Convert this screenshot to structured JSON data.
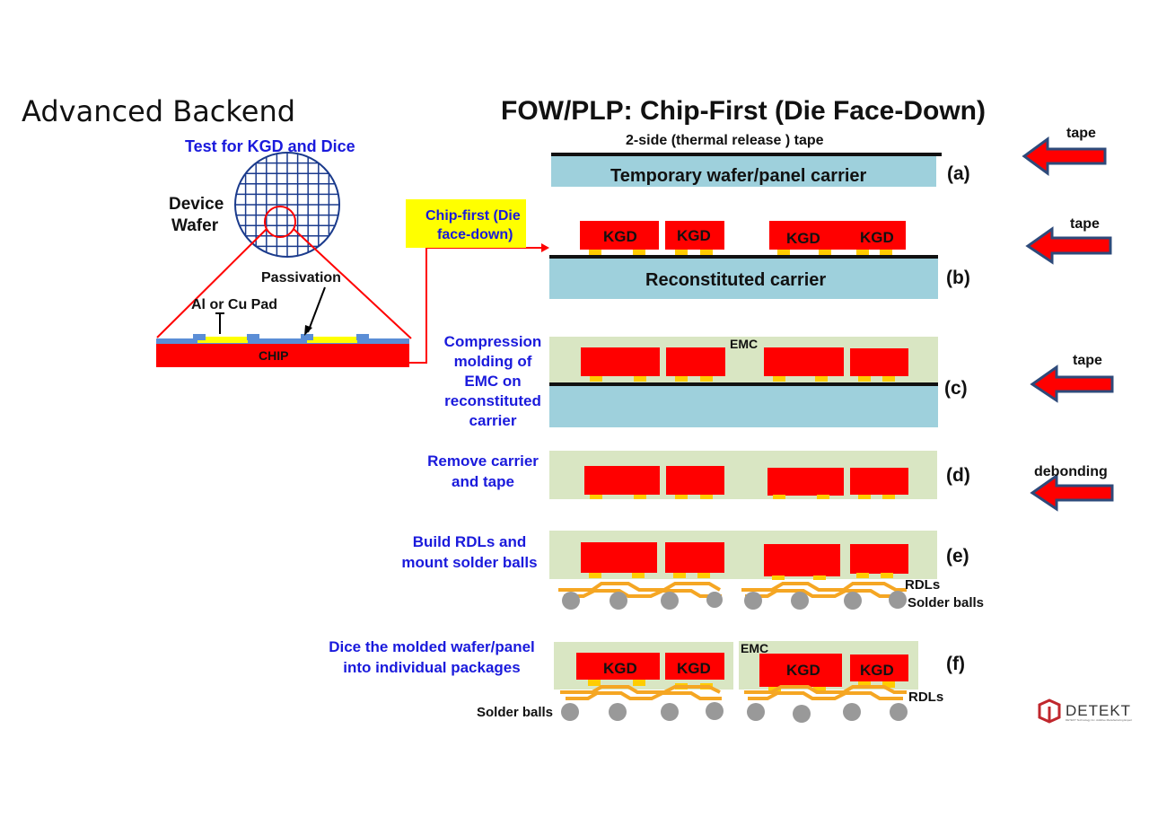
{
  "page": {
    "left_title": "Advanced Backend",
    "main_title": "FOW/PLP: Chip-First (Die Face-Down)"
  },
  "wafer": {
    "test_label": "Test for KGD and Dice",
    "device_wafer_line1": "Device",
    "device_wafer_line2": "Wafer",
    "passivation": "Passivation",
    "pad_label": "Al or Cu Pad",
    "chip_label": "CHIP"
  },
  "chip_first_box": {
    "line1": "Chip-first (Die",
    "line2": "face-down)"
  },
  "steps": {
    "a": {
      "letter": "(a)",
      "tape_top": "2-side (thermal release ) tape",
      "carrier": "Temporary wafer/panel carrier",
      "arrow_label": "tape"
    },
    "b": {
      "letter": "(b)",
      "carrier": "Reconstituted carrier",
      "arrow_label": "tape",
      "kgd": [
        "KGD",
        "KGD",
        "KGD",
        "KGD"
      ]
    },
    "c": {
      "letter": "(c)",
      "emc": "EMC",
      "arrow_label": "tape",
      "desc": [
        "Compression",
        "molding of",
        "EMC on",
        "reconstituted",
        "carrier"
      ]
    },
    "d": {
      "letter": "(d)",
      "arrow_label": "debonding",
      "desc": [
        "Remove carrier",
        "and tape"
      ]
    },
    "e": {
      "letter": "(e)",
      "rdls": "RDLs",
      "solder": "Solder balls",
      "desc": [
        "Build RDLs and",
        "mount solder balls"
      ]
    },
    "f": {
      "letter": "(f)",
      "emc": "EMC",
      "rdls": "RDLs",
      "solder": "Solder balls",
      "kgd": [
        "KGD",
        "KGD",
        "KGD",
        "KGD"
      ],
      "desc": [
        "Dice the molded wafer/panel",
        "into individual packages"
      ]
    }
  },
  "logo": {
    "name": "DETEKT",
    "tagline": "DETEKT Technology Inc. Additive Manufacturing Expert"
  },
  "colors": {
    "chip_red": "#ff0000",
    "carrier_blue": "#9ed0dc",
    "emc_green": "#d9e6c3",
    "pad_yellow": "#ffcc00",
    "rdl_orange": "#f5a623",
    "ball_gray": "#999999",
    "text_blue": "#1a1adc",
    "callout_yellow": "#ffff00",
    "arrow_red": "#ff0000",
    "arrow_border": "#2e4a7a"
  }
}
